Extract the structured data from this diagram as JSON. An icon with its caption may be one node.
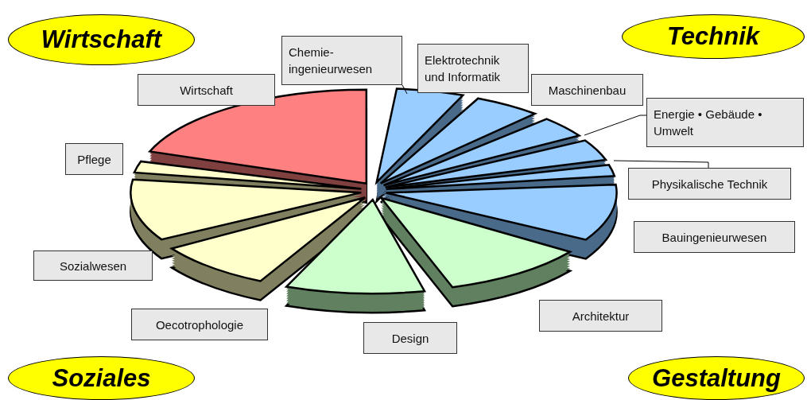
{
  "diagram": {
    "nodes": [
      {
        "text": [
          "Wirtschaft"
        ]
      },
      {
        "text": [
          "Technik"
        ]
      },
      {
        "text": [
          "Soziales"
        ]
      },
      {
        "text": [
          "Gestaltung"
        ]
      },
      {
        "text": [
          "Wirtschaft"
        ]
      },
      {
        "text": [
          "Pflege"
        ]
      },
      {
        "text": [
          "Sozialwesen"
        ]
      },
      {
        "text": [
          "Oecotrophologie"
        ]
      },
      {
        "text": [
          "Design"
        ]
      },
      {
        "text": [
          "Architektur"
        ]
      },
      {
        "text": [
          "Bauingenieurwesen"
        ]
      },
      {
        "text": [
          "Physikalische Technik"
        ]
      },
      {
        "text": [
          "Energie • Gebäude • Umwelt"
        ]
      },
      {
        "text": [
          "Maschinenbau"
        ]
      },
      {
        "text": [
          "Elektrotechnik und Informatik"
        ]
      },
      {
        "text": [
          "Chemie- ingenieurwesen"
        ]
      }
    ],
    "edges": [
      {
        "from": 15,
        "to": null,
        "arrow": "none"
      },
      {
        "from": 12,
        "to": null,
        "arrow": "none"
      },
      {
        "from": 11,
        "to": null,
        "arrow": "none"
      }
    ]
  }
}
